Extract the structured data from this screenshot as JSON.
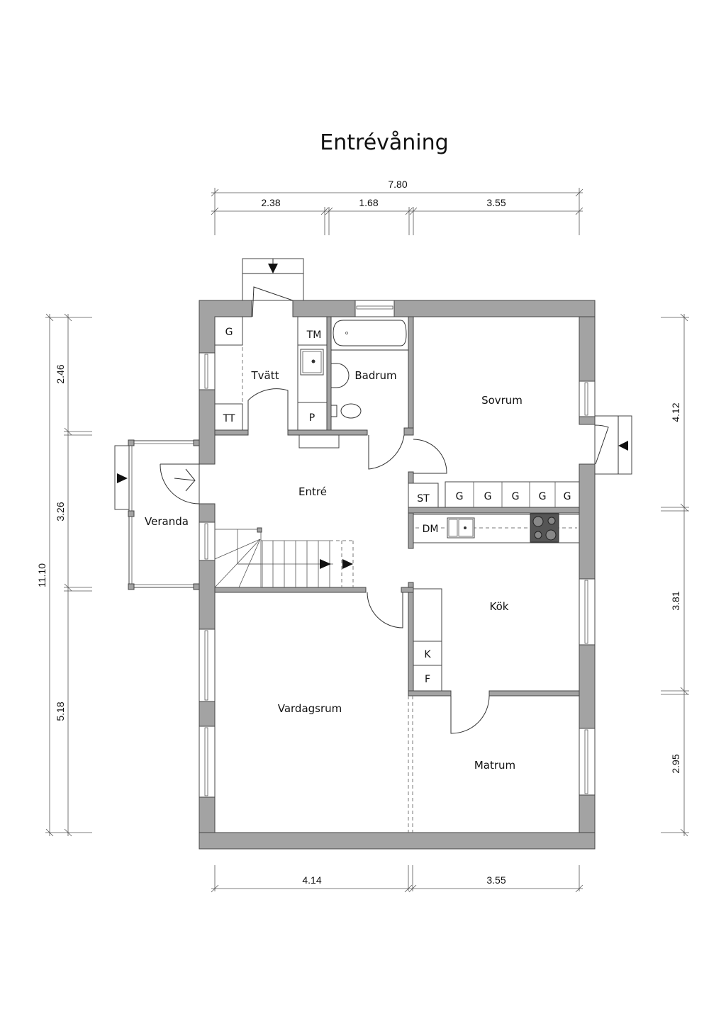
{
  "title": "Entrévåning",
  "rooms": {
    "tvatt": "Tvätt",
    "badrum": "Badrum",
    "sovrum": "Sovrum",
    "entre": "Entré",
    "veranda": "Veranda",
    "kok": "Kök",
    "vardagsrum": "Vardagsrum",
    "matrum": "Matrum"
  },
  "fixtures": {
    "g_tvatt": "G",
    "tt": "TT",
    "tm": "TM",
    "p": "P",
    "st": "ST",
    "kitchen_g": [
      "G",
      "G",
      "G",
      "G",
      "G"
    ],
    "dm": "DM",
    "k": "K",
    "f": "F"
  },
  "dimensions": {
    "top_total": "7.80",
    "top_segments": [
      "2.38",
      "1.68",
      "3.55"
    ],
    "bottom_segments": [
      "4.14",
      "3.55"
    ],
    "left_total": "11.10",
    "left_segments": [
      "2.46",
      "3.26",
      "5.18"
    ],
    "right_segments": [
      "4.12",
      "3.81",
      "2.95"
    ]
  },
  "colors": {
    "wall": "#a3a3a3",
    "line": "#333333",
    "background": "#ffffff"
  }
}
